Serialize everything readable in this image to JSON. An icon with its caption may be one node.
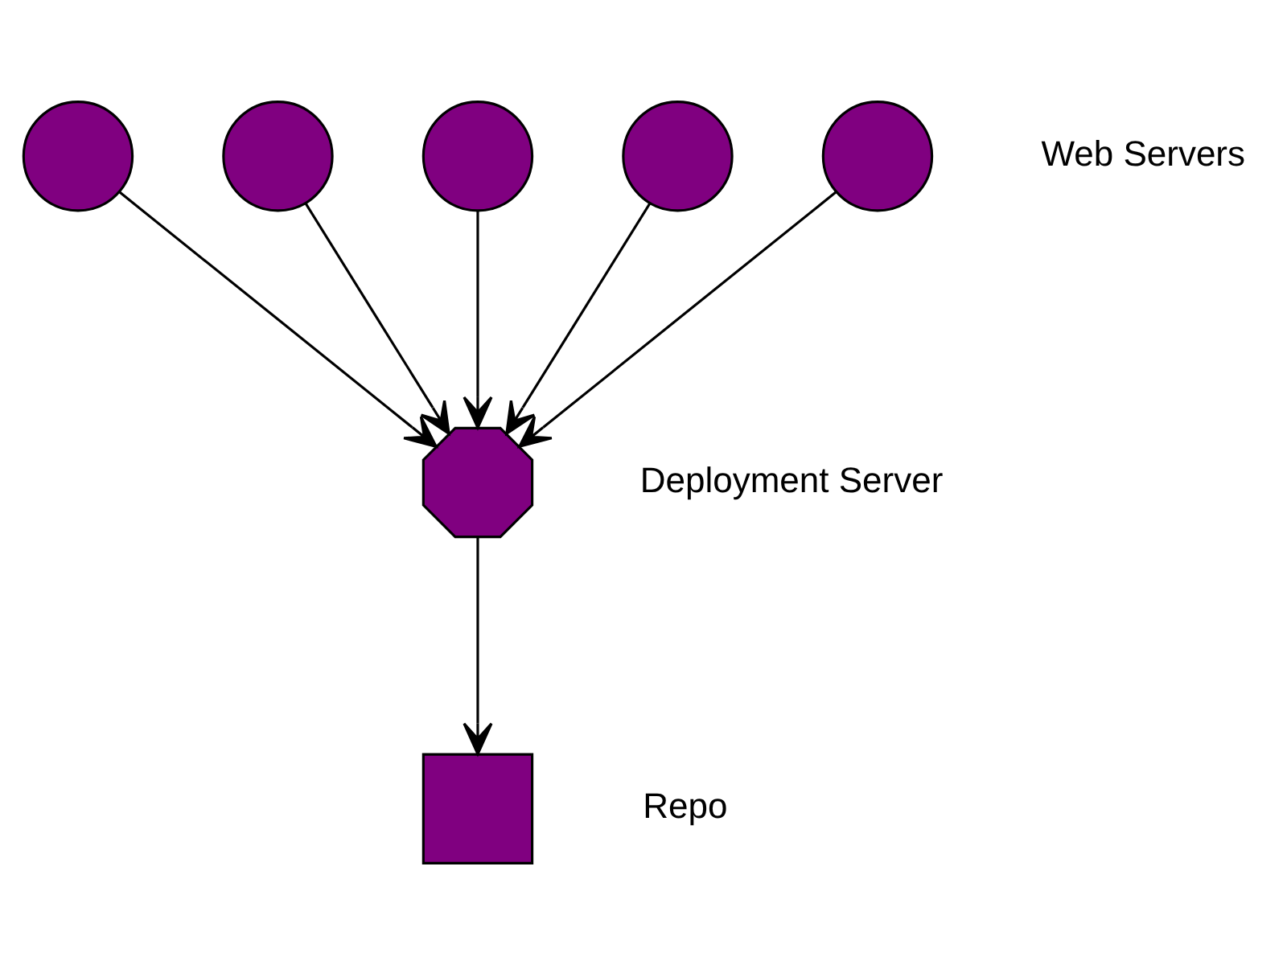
{
  "diagram": {
    "nodes": [
      {
        "text": [],
        "shape": "circle"
      },
      {
        "text": [],
        "shape": "circle"
      },
      {
        "text": [],
        "shape": "circle"
      },
      {
        "text": [],
        "shape": "circle"
      },
      {
        "text": [],
        "shape": "circle",
        "beside": [
          "Web Servers"
        ]
      },
      {
        "text": [],
        "shape": "octagon",
        "beside": [
          "Deployment Server"
        ]
      },
      {
        "text": [],
        "shape": "box",
        "beside": [
          "Repo"
        ]
      }
    ],
    "edges": [
      {
        "from": 0,
        "to": 5,
        "arrow": "to"
      },
      {
        "from": 1,
        "to": 5,
        "arrow": "to"
      },
      {
        "from": 2,
        "to": 5,
        "arrow": "to"
      },
      {
        "from": 3,
        "to": 5,
        "arrow": "to"
      },
      {
        "from": 4,
        "to": 5,
        "arrow": "to"
      },
      {
        "from": 5,
        "to": 6,
        "arrow": "to"
      }
    ]
  }
}
